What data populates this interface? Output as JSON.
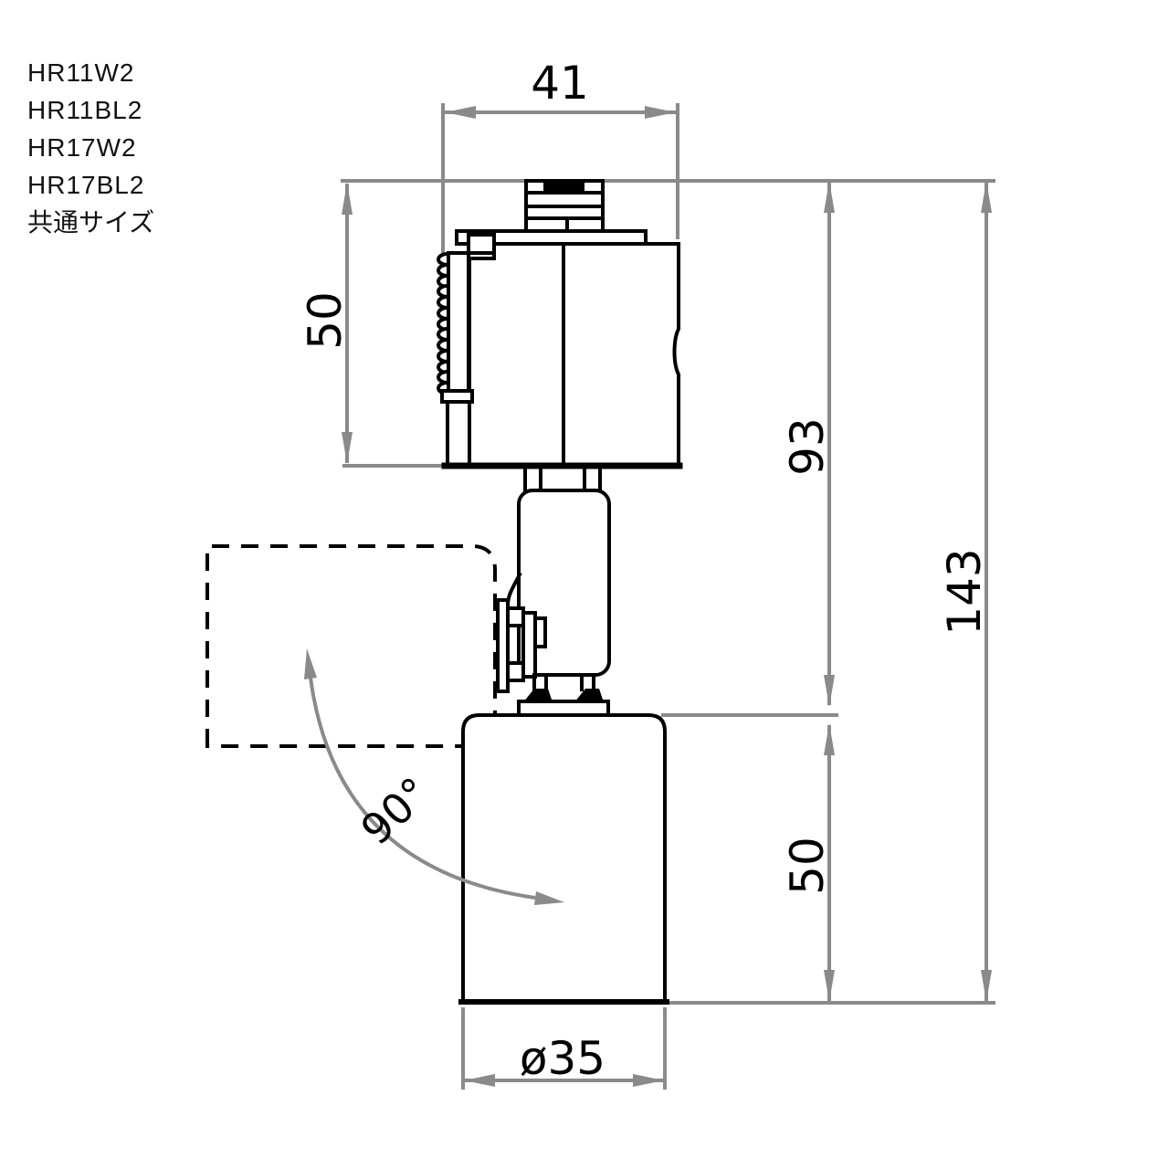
{
  "page": {
    "background": "#ffffff"
  },
  "palette": {
    "line": "#000000",
    "dimension_gray": "#8a8a8a",
    "text": "#111111"
  },
  "product_codes": {
    "items": [
      "HR11W2",
      "HR11BL2",
      "HR17W2",
      "HR17BL2"
    ],
    "size_note": "共通サイズ"
  },
  "dimensions": {
    "overall_width": "41",
    "adapter_height": "50",
    "upper_assembly_height": "93",
    "overall_height": "143",
    "head_height": "50",
    "head_diameter": "ø35",
    "tilt_angle": "90°"
  }
}
